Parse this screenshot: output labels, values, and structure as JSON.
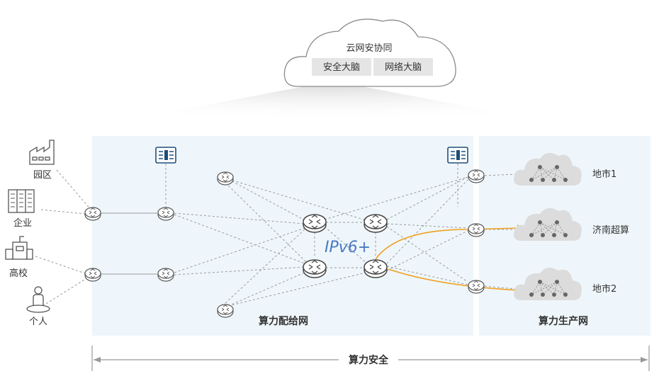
{
  "cloud": {
    "title": "云网安协同",
    "tab_security": "安全大脑",
    "tab_network": "网络大脑"
  },
  "users": {
    "park": "园区",
    "enterprise": "企业",
    "university": "高校",
    "individual": "个人"
  },
  "zones": {
    "distribution": "算力配给网",
    "production": "算力生产网"
  },
  "datacenters": {
    "city1": "地市1",
    "jinan": "济南超算",
    "city2": "地市2"
  },
  "ipv6_logo": "IPv6+",
  "bottom_label": "算力安全",
  "colors": {
    "zone_fill": "#eef6fb",
    "orange": "#f0a020",
    "accent_blue": "#1f4e79",
    "cloud_fill": "#ffffff",
    "tab_fill": "#e5e5e5"
  }
}
